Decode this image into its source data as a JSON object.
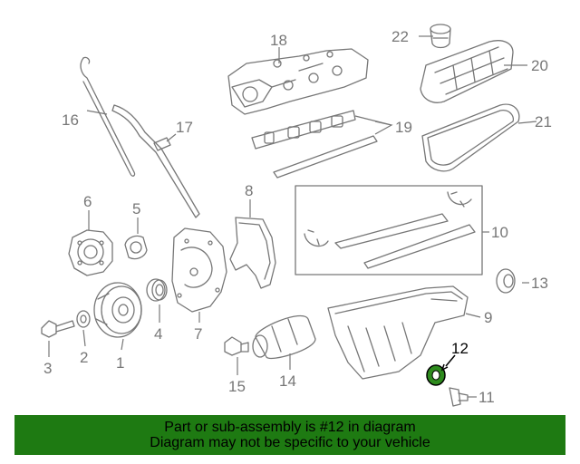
{
  "callouts": {
    "c1": "1",
    "c2": "2",
    "c3": "3",
    "c4": "4",
    "c5": "5",
    "c6": "6",
    "c7": "7",
    "c8": "8",
    "c9": "9",
    "c10": "10",
    "c11": "11",
    "c12": "12",
    "c13": "13",
    "c14": "14",
    "c15": "15",
    "c16": "16",
    "c17": "17",
    "c18": "18",
    "c19": "19",
    "c20": "20",
    "c21": "21",
    "c22": "22"
  },
  "highlight_part": "12",
  "banner": {
    "line1": "Part or sub-assembly is #12 in diagram",
    "line2": "Diagram may not be specific to your vehicle"
  },
  "colors": {
    "banner_bg": "#1e7a12",
    "line_art": "#7a7a7a",
    "highlight": "#2e8b1e",
    "text": "#000000"
  }
}
